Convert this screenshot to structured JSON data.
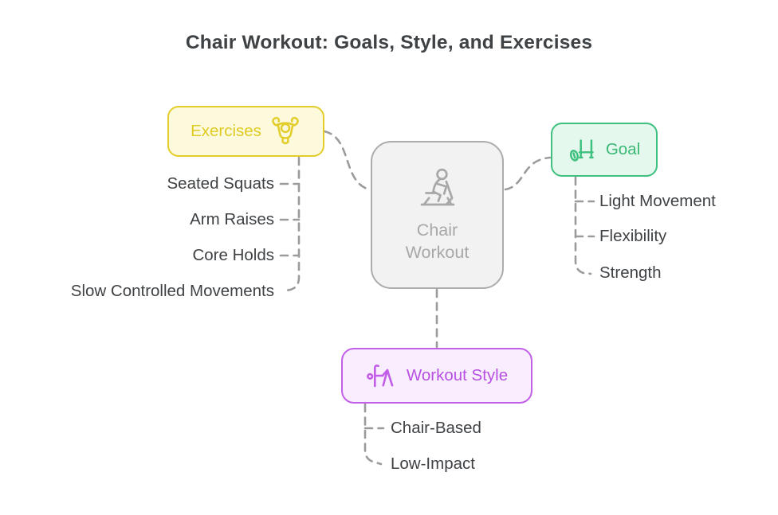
{
  "title": "Chair Workout: Goals, Style, and Exercises",
  "center_node": {
    "label_lines": [
      "Chair",
      "Workout"
    ],
    "icon": "person-exercising-on-chair-icon"
  },
  "branches": {
    "exercises": {
      "label": "Exercises",
      "icon": "strongman-flex-icon",
      "accent_color": "#e2cd2a",
      "bg_color": "#fcf9dc",
      "items": [
        "Seated Squats",
        "Arm Raises",
        "Core Holds",
        "Slow Controlled Movements"
      ]
    },
    "goal": {
      "label": "Goal",
      "icon": "rugby-ball-goalpost-icon",
      "accent_color": "#3ec07e",
      "bg_color": "#e4f8ed",
      "items": [
        "Light Movement",
        "Flexibility",
        "Strength"
      ]
    },
    "workout_style": {
      "label": "Workout Style",
      "icon": "chair-stretch-icon",
      "accent_color": "#c35ee8",
      "bg_color": "#f8eefe",
      "items": [
        "Chair-Based",
        "Low-Impact"
      ]
    }
  },
  "colors": {
    "title_text": "#3e4245",
    "item_text": "#3f4245",
    "connector": "#9b9b9b",
    "center_border": "#acacac",
    "center_bg": "#f2f2f3",
    "center_text": "#a8a8a8"
  }
}
